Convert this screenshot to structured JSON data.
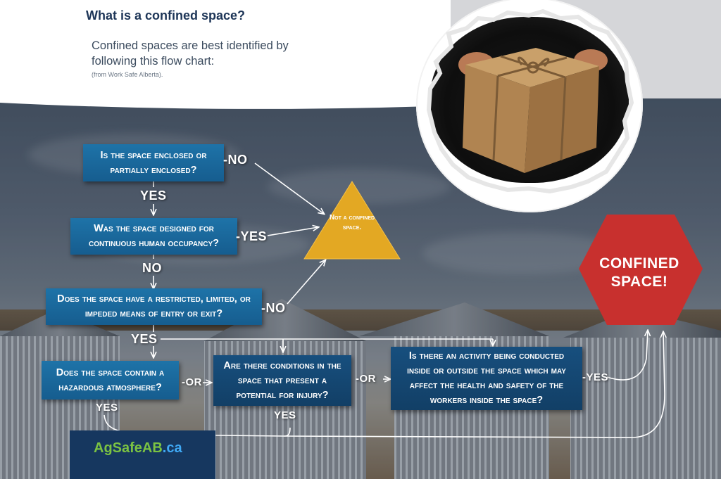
{
  "header": {
    "title": "What is a confined space?",
    "intro": "Confined spaces are best identified by following this flow chart:",
    "source": "(from Work Safe Alberta)."
  },
  "flowchart": {
    "q1": "Is the space enclosed or partially enclosed?",
    "q2": "Was the space designed for continuous human occupancy?",
    "q3": "Does the space have a restricted, limited, or impeded means of entry or exit?",
    "q4": "Does the space contain a hazardous atmosphere?",
    "q5": "Are there conditions in the space that present a potential for injury?",
    "q6": "Is there an activity being conducted inside or outside the space which may affect the health and safety of the workers inside the space?",
    "labels": {
      "q1_no": "-NO",
      "q1_yes": "YES",
      "q2_yes": "-YES",
      "q2_no": "NO",
      "q3_no": "-NO",
      "q3_yes": "YES",
      "q4_or": "-OR",
      "q5_or": "-OR",
      "q4_yes": "YES",
      "q5_yes": "YES",
      "q6_yes": "-YES"
    },
    "not_confined": "Not a confined space.",
    "confined": "CONFINED SPACE!"
  },
  "logo": {
    "part1": "AgSafeAB",
    "part2": ".ca"
  },
  "colors": {
    "box_blue": "#1e73a8",
    "triangle": "#e3a823",
    "hexagon": "#c8302e",
    "title": "#1d3557",
    "logo_green": "#7bc242",
    "logo_blue": "#3fa9f5"
  },
  "icons": {
    "package": "wrapped-package-icon"
  }
}
